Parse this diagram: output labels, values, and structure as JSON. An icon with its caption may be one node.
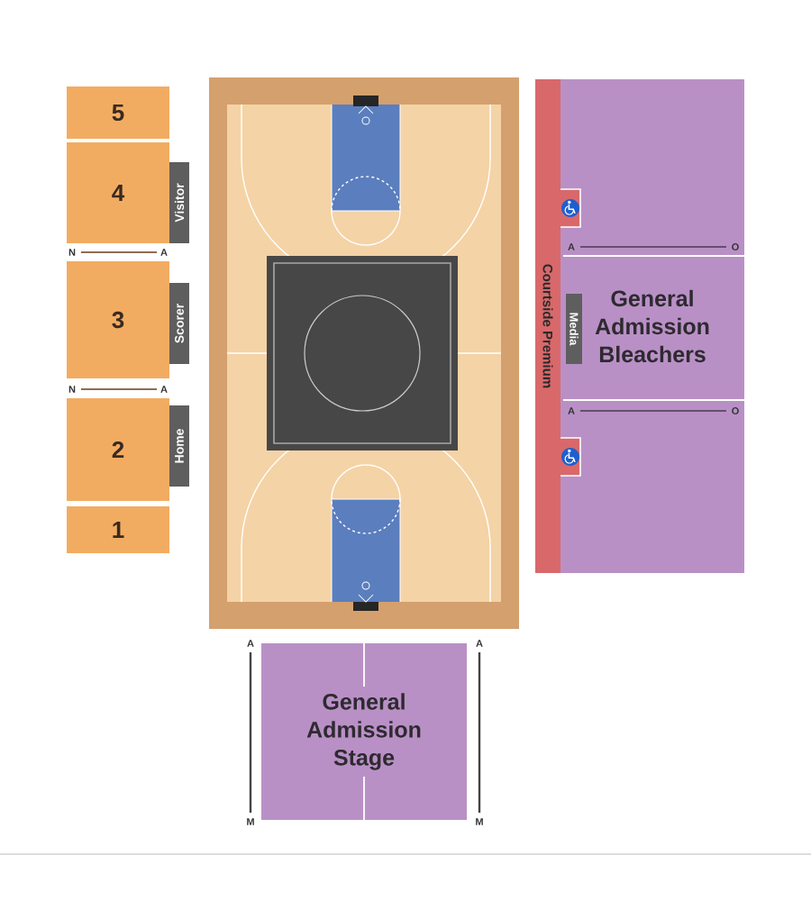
{
  "diagram": {
    "nodes": [
      {
        "text": [
          "5"
        ]
      },
      {
        "text": [
          "4"
        ]
      },
      {
        "text": [
          "3"
        ]
      },
      {
        "text": [
          "2"
        ]
      },
      {
        "text": [
          "1"
        ]
      },
      {
        "text": [
          "Visitor"
        ]
      },
      {
        "text": [
          "Scorer"
        ]
      },
      {
        "text": [
          "Home"
        ]
      },
      {
        "text": [
          "Courtside Premium"
        ]
      },
      {
        "text": [
          "General Admission Bleachers"
        ]
      },
      {
        "text": [
          "Media"
        ],
        "in": 9
      },
      {
        "text": [
          "General Admission Stage"
        ]
      }
    ],
    "labels": [
      "N",
      "A",
      "N",
      "A",
      "A",
      "O",
      "A",
      "O",
      "A",
      "A",
      "M",
      "M"
    ]
  }
}
